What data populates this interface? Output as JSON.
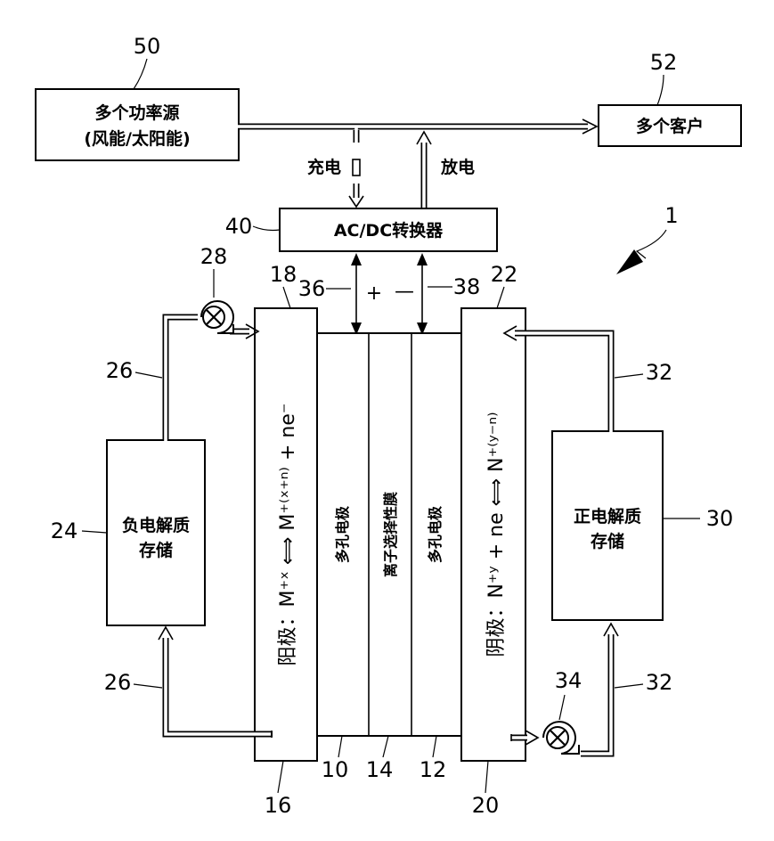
{
  "power_source": {
    "line1": "多个功率源",
    "line2": "(风能/太阳能)",
    "ref": "50"
  },
  "customers": {
    "label": "多个客户",
    "ref": "52"
  },
  "converter": {
    "label": "AC/DC转换器",
    "ref": "40"
  },
  "flow": {
    "charge": "充电",
    "discharge": "放电"
  },
  "terminals": {
    "plus": "+",
    "minus": "—",
    "ref_plus": "36",
    "ref_minus": "38"
  },
  "system_ref": "1",
  "anode": {
    "equation": "阳极：M⁺ˣ ⟺ M⁺⁽ˣ⁺ⁿ⁾ + ne⁻",
    "ref_top": "18",
    "ref_bottom": "16"
  },
  "cathode": {
    "equation": "阴极：N⁺ʸ + ne ⟺ N⁺⁽ʸ⁻ⁿ⁾",
    "ref_top": "22",
    "ref_bottom": "20"
  },
  "layers": {
    "porous_left": "多孔电极",
    "membrane": "离子选择性膜",
    "porous_right": "多孔电极",
    "ref_left": "10",
    "ref_membrane": "14",
    "ref_right": "12"
  },
  "neg_storage": {
    "line1": "负电解质",
    "line2": "存储",
    "ref": "24"
  },
  "pos_storage": {
    "line1": "正电解质",
    "line2": "存储",
    "ref": "30"
  },
  "pumps": {
    "left_ref": "28",
    "right_ref": "34"
  },
  "pipes": {
    "left_ref_top": "26",
    "left_ref_bottom": "26",
    "right_ref_top": "32",
    "right_ref_bottom": "32"
  }
}
